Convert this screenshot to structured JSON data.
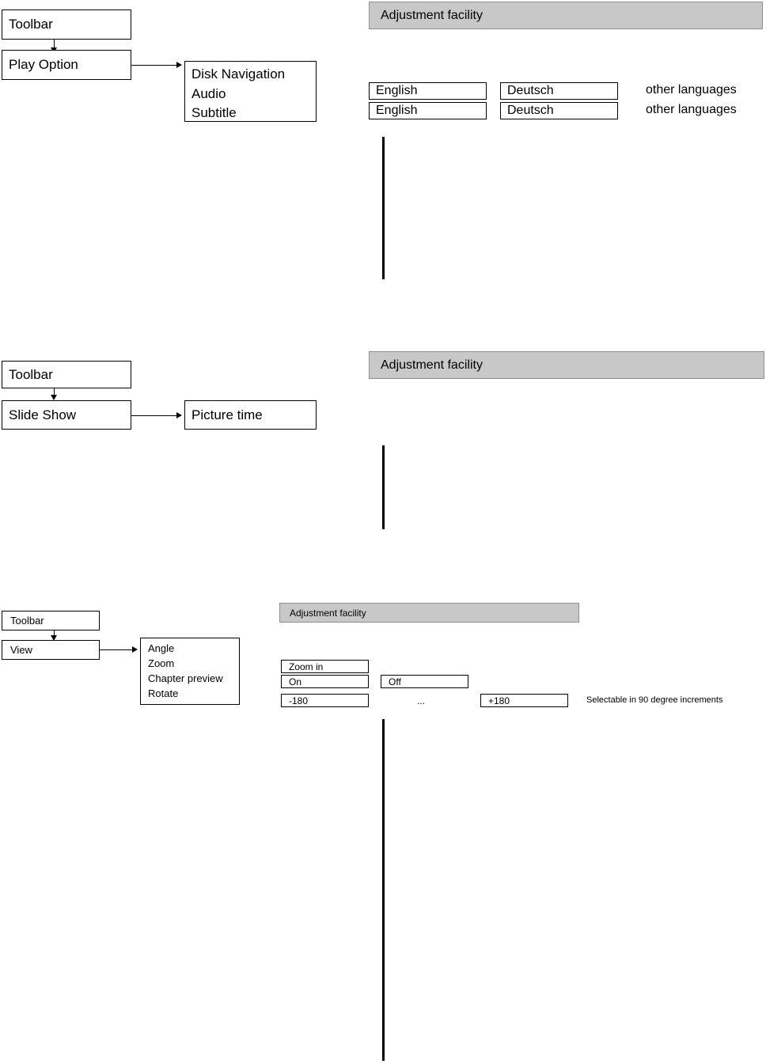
{
  "sections": [
    {
      "id": "play-option",
      "flow": {
        "root_label": "Toolbar",
        "menu_label": "Play Option",
        "items_label": "Disk Navigation\nAudio\nSubtitle"
      },
      "banner_label": "Adjustment facility",
      "rows": [
        {
          "col1": "English",
          "col2": "Deutsch",
          "col3": "other languages"
        },
        {
          "col1": "English",
          "col2": "Deutsch",
          "col3": "other languages"
        }
      ]
    },
    {
      "id": "slide-show",
      "flow": {
        "root_label": "Toolbar",
        "menu_label": "Slide Show",
        "items_label": "Picture time"
      },
      "banner_label": "Adjustment facility"
    },
    {
      "id": "view",
      "flow": {
        "root_label": "Toolbar",
        "menu_label": "View",
        "items_label": "Angle\nZoom\nChapter preview\nRotate"
      },
      "banner_label": "Adjustment facility",
      "zoom_label": "Zoom in",
      "on_label": "On",
      "off_label": "Off",
      "min_angle_label": "-180",
      "ellipsis_label": "...",
      "max_angle_label": "+180",
      "note_label": "Selectable in 90 degree increments"
    }
  ]
}
